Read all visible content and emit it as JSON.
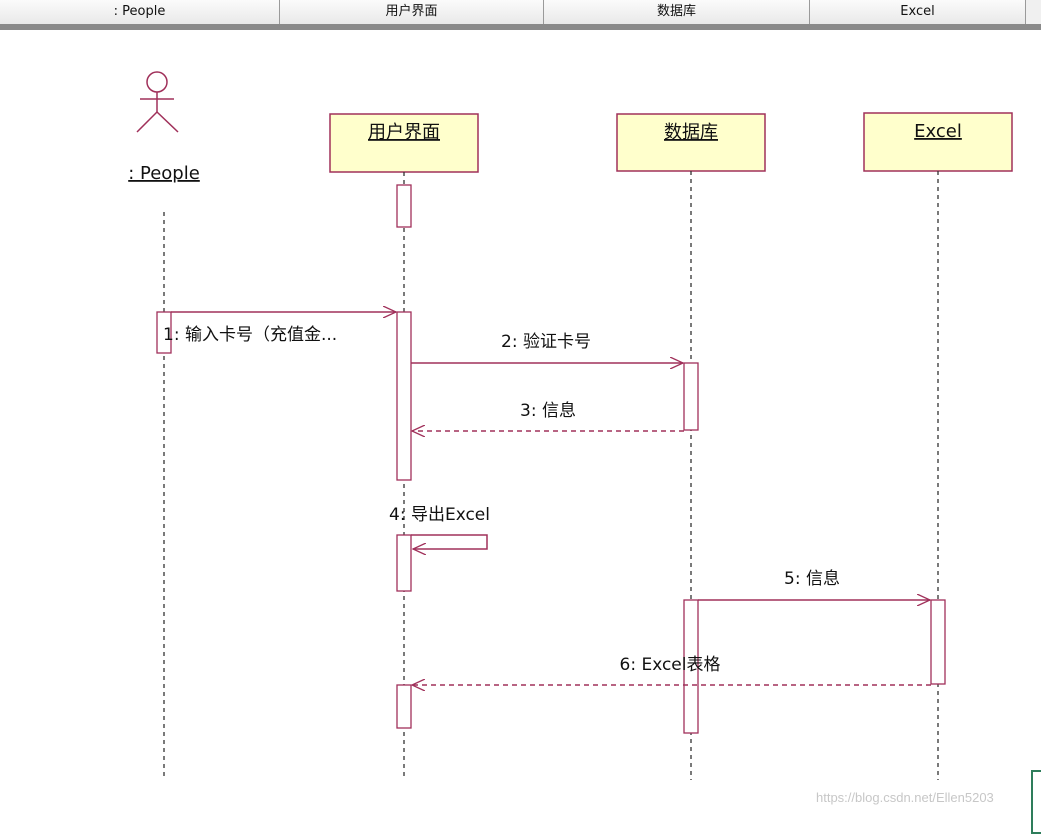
{
  "header": {
    "columns": [
      ": People",
      "用户界面",
      "数据库",
      "Excel"
    ]
  },
  "actor": {
    "label": ": People"
  },
  "objects": [
    {
      "label": "用户界面"
    },
    {
      "label": "数据库"
    },
    {
      "label": "Excel"
    }
  ],
  "messages": [
    {
      "label": "1: 输入卡号（充值金...",
      "kind": "sync"
    },
    {
      "label": "2: 验证卡号",
      "kind": "sync"
    },
    {
      "label": "3: 信息",
      "kind": "return"
    },
    {
      "label": "4: 导出Excel",
      "kind": "self"
    },
    {
      "label": "5: 信息",
      "kind": "sync"
    },
    {
      "label": "6: Excel表格",
      "kind": "return"
    }
  ],
  "colors": {
    "line": "#a0305a",
    "object_fill": "#ffffcc",
    "lifeline": "#333333"
  },
  "watermark": "https://blog.csdn.net/Ellen5203"
}
